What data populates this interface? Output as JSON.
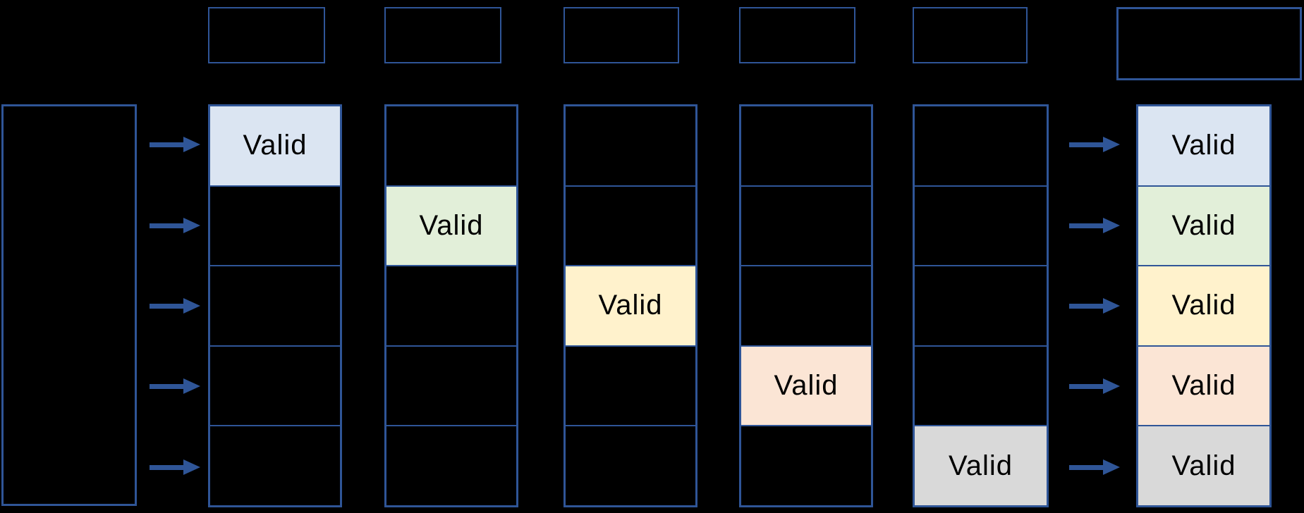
{
  "palette": {
    "background": "#000000",
    "line_color": "#2F5597",
    "arrow_color": "#2F5597",
    "cell_text_color": "#000000",
    "blue_fill": "#DBE5F2",
    "green_fill": "#E2EFD9",
    "yellow_fill": "#FFF2CC",
    "peach_fill": "#FBE5D5",
    "gray_fill": "#D9D9D9"
  },
  "structure": {
    "small_header_box_count": 5,
    "large_header_box_count": 1,
    "column_count": 6,
    "rows_per_column": 5,
    "left_arrow_count": 5,
    "right_arrow_count": 5
  },
  "valid_cells": {
    "col1": {
      "label": "Valid",
      "row": 1,
      "color": "#DBE5F2"
    },
    "col2": {
      "label": "Valid",
      "row": 2,
      "color": "#E2EFD9"
    },
    "col3": {
      "label": "Valid",
      "row": 3,
      "color": "#FFF2CC"
    },
    "col4": {
      "label": "Valid",
      "row": 4,
      "color": "#FBE5D5"
    },
    "col5": {
      "label": "Valid",
      "row": 5,
      "color": "#D9D9D9"
    },
    "result": [
      {
        "label": "Valid",
        "color": "#DBE5F2"
      },
      {
        "label": "Valid",
        "color": "#E2EFD9"
      },
      {
        "label": "Valid",
        "color": "#FFF2CC"
      },
      {
        "label": "Valid",
        "color": "#FBE5D5"
      },
      {
        "label": "Valid",
        "color": "#D9D9D9"
      }
    ]
  }
}
